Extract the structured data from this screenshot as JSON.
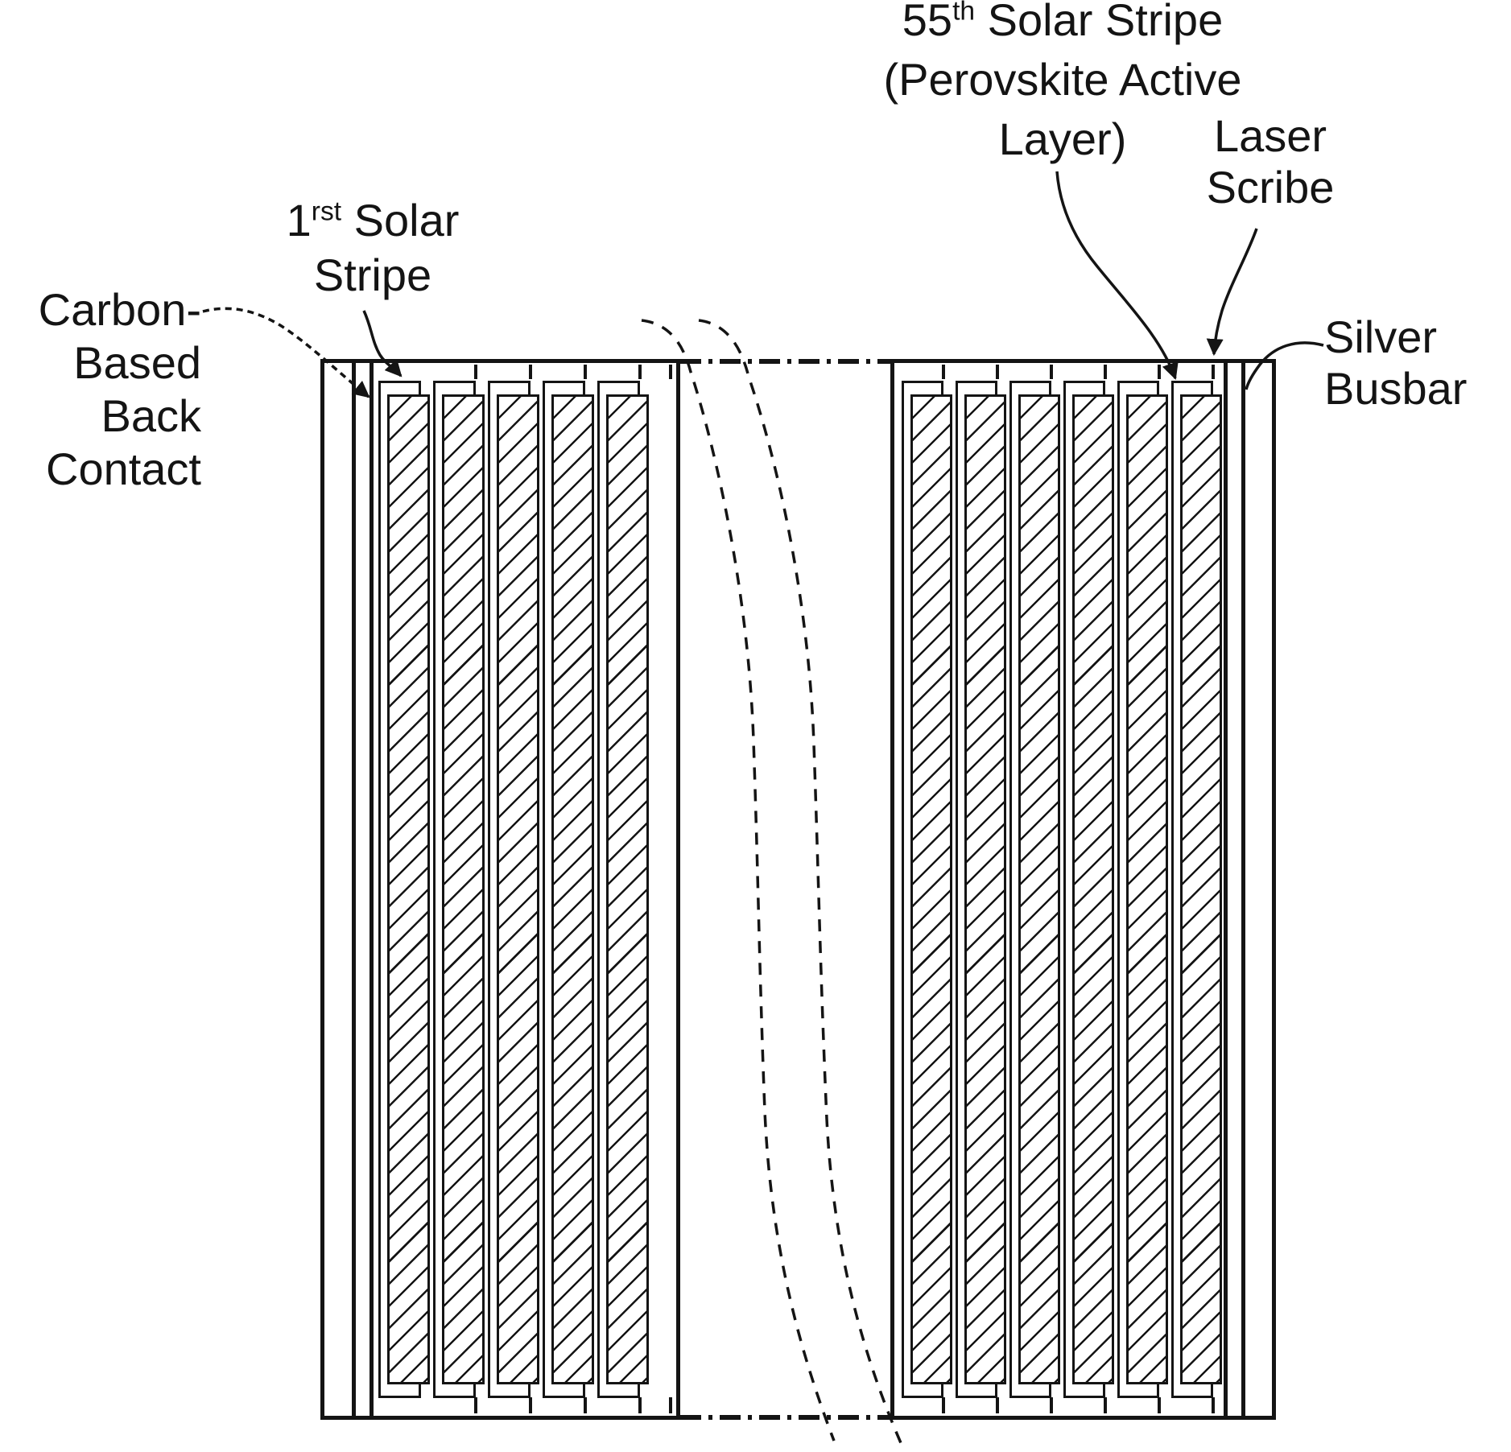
{
  "figure_labels": {
    "stripe55": {
      "line1_num": "55",
      "line1_sup": "th",
      "line1_rest": " Solar Stripe",
      "line2": "(Perovskite Active",
      "line3": "Layer)"
    },
    "laser_scribe": {
      "line1": "Laser",
      "line2": "Scribe"
    },
    "stripe1": {
      "line1_num": "1",
      "line1_sup": "rst",
      "line1_rest": " Solar",
      "line2": "Stripe"
    },
    "carbon_back_contact": {
      "line1": "Carbon-",
      "line2": "Based",
      "line3": "Back",
      "line4": "Contact"
    },
    "silver_busbar": {
      "line1": "Silver",
      "line2": "Busbar"
    }
  },
  "module": {
    "left_section_stripe_count": 5,
    "right_section_stripe_count": 6
  },
  "colors": {
    "ink": "#141414",
    "paper": "#ffffff"
  }
}
